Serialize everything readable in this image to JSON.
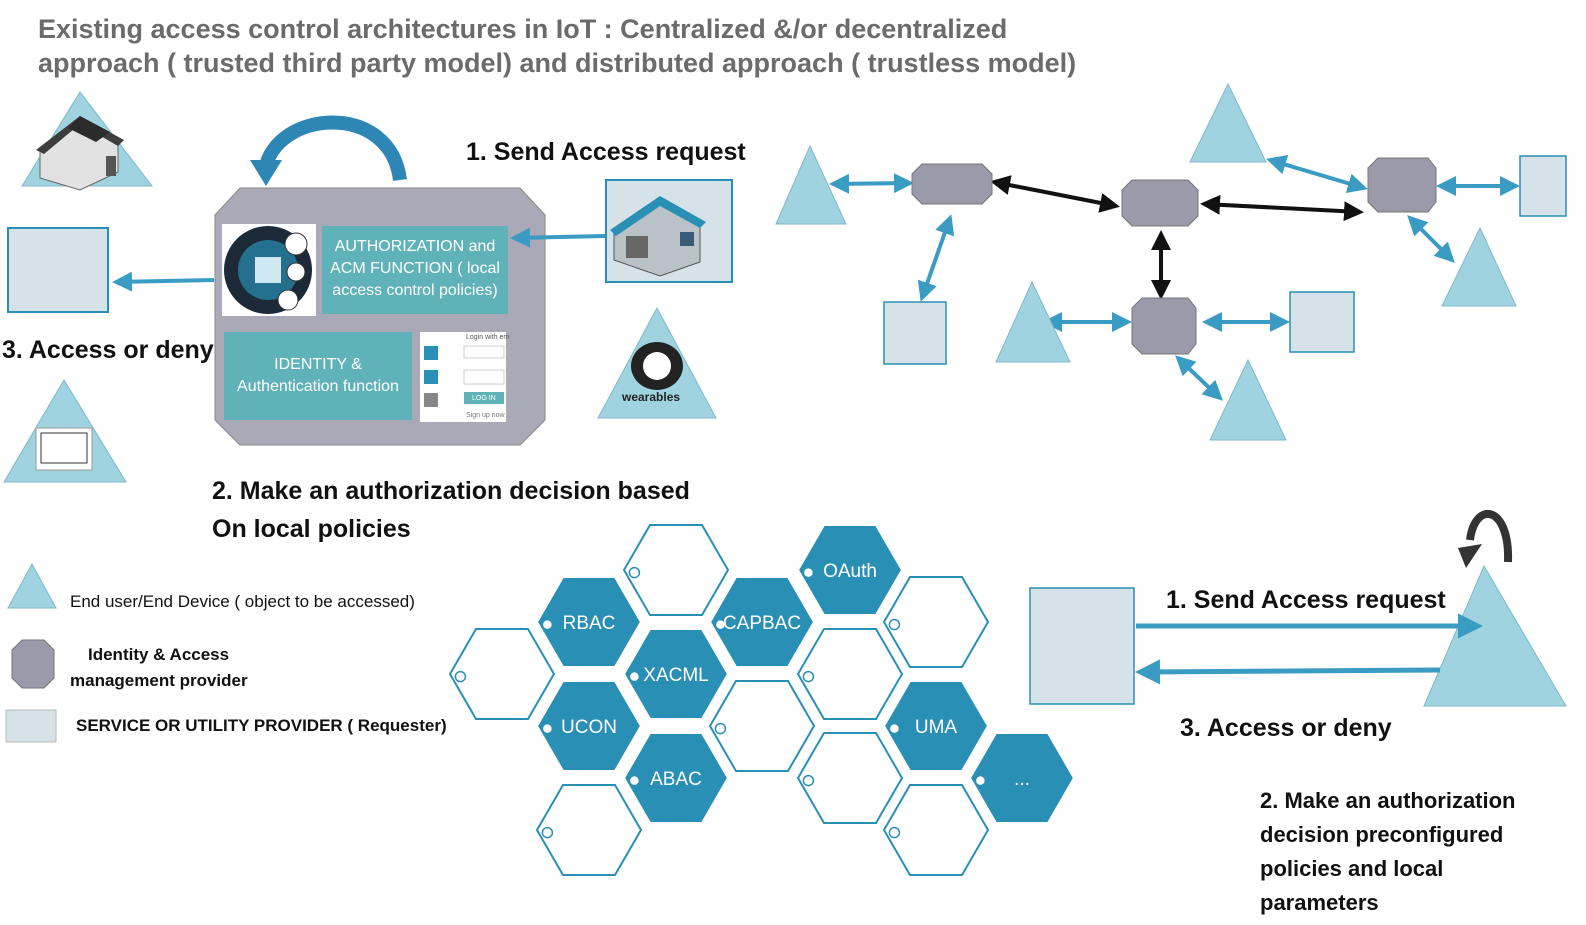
{
  "title": {
    "line1": "Existing  access control architectures in IoT : Centralized &/or decentralized",
    "line2": "approach ( trusted third party model) and distributed approach ( trustless model)"
  },
  "centralized": {
    "step1": "1. Send Access request",
    "step2_line1": "2. Make an authorization decision based",
    "step2_line2": "On local policies",
    "step3": "3. Access or deny",
    "auth_box_line1": "AUTHORIZATION and",
    "auth_box_line2": "ACM FUNCTION ( local",
    "auth_box_line3": "access control policies)",
    "identity_box_line1": "IDENTITY &",
    "identity_box_line2": "Authentication function",
    "login_label": "Login with em",
    "login_button": "LOG IN",
    "signup_label": "Sign up now",
    "wearables_label": "wearables"
  },
  "legend": {
    "end_user": "End user/End Device  ( object to be accessed)",
    "iam_line1": "Identity & Access",
    "iam_line2": "management provider",
    "service": "SERVICE OR UTILITY PROVIDER ( Requester)"
  },
  "hex_models": {
    "rbac": "RBAC",
    "capbac": "CAPBAC",
    "oauth": "OAuth",
    "xacml": "XACML",
    "ucon": "UCON",
    "uma": "UMA",
    "abac": "ABAC",
    "more": "..."
  },
  "distributed": {
    "step1": "1. Send Access request",
    "step3": "3. Access or deny",
    "step2_line1": "2. Make an authorization",
    "step2_line2": "decision preconfigured",
    "step2_line3": "policies and local",
    "step2_line4": "parameters"
  },
  "colors": {
    "triangle_fill": "#9fd3e0",
    "square_fill": "#d5e2e8",
    "octagon_fill": "#9a9aab",
    "hex_fill": "#2a8fb5",
    "arrow_blue": "#3a9bc3",
    "teal_box": "#5fb3b8"
  }
}
